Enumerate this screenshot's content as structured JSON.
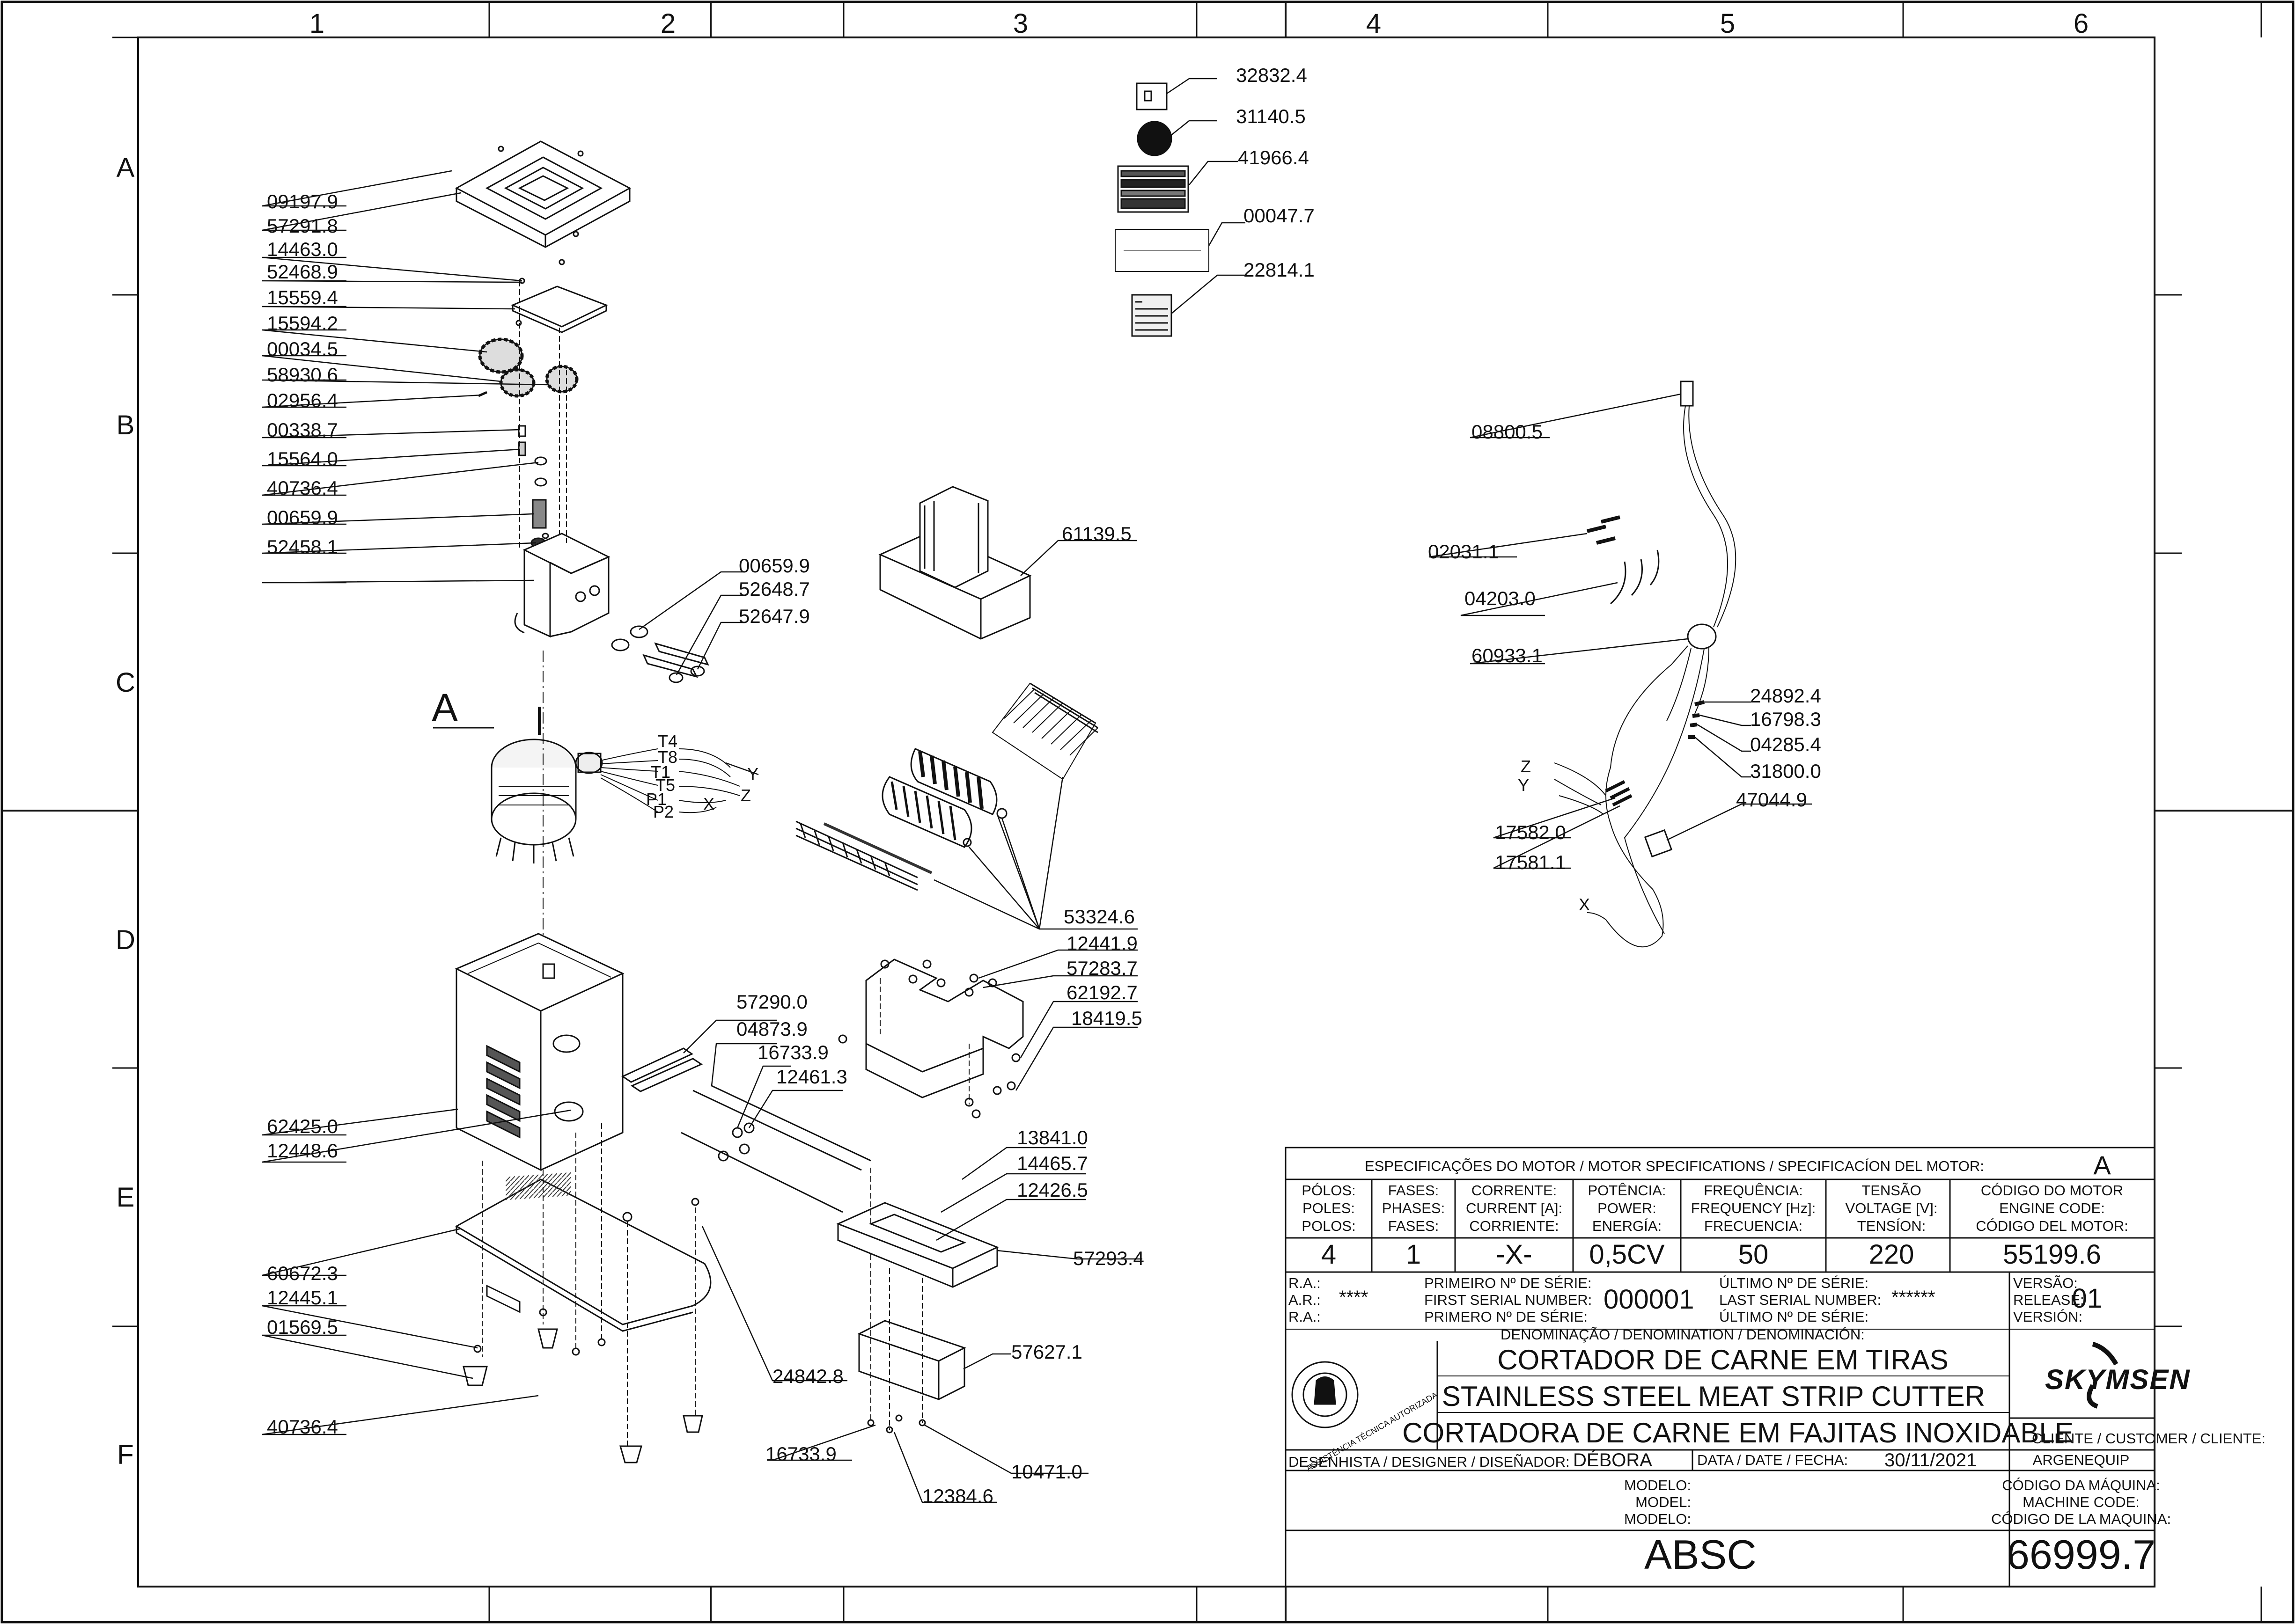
{
  "zones": {
    "columns": [
      "1",
      "2",
      "3",
      "4",
      "5",
      "6"
    ],
    "rows": [
      "A",
      "B",
      "C",
      "D",
      "E",
      "F"
    ]
  },
  "parts": [
    "32832.4",
    "31140.5",
    "41966.4",
    "00047.7",
    "22814.1",
    "09197.9",
    "57291.8",
    "14463.0",
    "52468.9",
    "15559.4",
    "15594.2",
    "00034.5",
    "58930.6",
    "02956.4",
    "00338.7",
    "15564.0",
    "40736.4",
    "00659.9",
    "52458.1",
    "00659.9",
    "52648.7",
    "52647.9",
    "61139.5",
    "08800.5",
    "02031.1",
    "04203.0",
    "60933.1",
    "24892.4",
    "16798.3",
    "04285.4",
    "31800.0",
    "17582.0",
    "17581.1",
    "47044.9",
    "53324.6",
    "12441.9",
    "57283.7",
    "62192.7",
    "18419.5",
    "57290.0",
    "04873.9",
    "16733.9",
    "12461.3",
    "62425.0",
    "12448.6",
    "13841.0",
    "14465.7",
    "12426.5",
    "57293.4",
    "60672.3",
    "12445.1",
    "01569.5",
    "24842.8",
    "57627.1",
    "40736.4",
    "16733.9",
    "10471.0",
    "12384.6"
  ],
  "motor_label": "A",
  "wires": {
    "t4": "T4",
    "t8": "T8",
    "t1": "T1",
    "t5": "T5",
    "p1": "P1",
    "p2": "P2",
    "x1": "X",
    "y1": "Y",
    "z1": "Z",
    "z2": "Z",
    "y2": "Y",
    "x2": "X"
  },
  "motor_spec": {
    "header": "ESPECIFICAÇÕES DO MOTOR / MOTOR SPECIFICATIONS / SPECIFICACÍON DEL MOTOR:",
    "motor_ref": "A",
    "columns": [
      {
        "l1": "PÓLOS:",
        "l2": "POLES:",
        "l3": "POLOS:",
        "value": "4"
      },
      {
        "l1": "FASES:",
        "l2": "PHASES:",
        "l3": "FASES:",
        "value": "1"
      },
      {
        "l1": "CORRENTE:",
        "l2": "CURRENT [A]:",
        "l3": "CORRIENTE:",
        "value": "-X-"
      },
      {
        "l1": "POTÊNCIA:",
        "l2": "POWER:",
        "l3": "ENERGÍA:",
        "value": "0,5CV"
      },
      {
        "l1": "FREQUÊNCIA:",
        "l2": "FREQUENCY [Hz]:",
        "l3": "FRECUENCIA:",
        "value": "50"
      },
      {
        "l1": "TENSÃO",
        "l2": "VOLTAGE [V]:",
        "l3": "TENSÍON:",
        "value": "220"
      },
      {
        "l1": "CÓDIGO DO MOTOR",
        "l2": "ENGINE CODE:",
        "l3": "CÓDIGO DEL MOTOR:",
        "value": "55199.6"
      }
    ]
  },
  "serial": {
    "ra1": "R.A.:",
    "ra2": "A.R.:",
    "ra3": "R.A.:",
    "ra_value": "****",
    "first1": "PRIMEIRO Nº DE SÉRIE:",
    "first2": "FIRST SERIAL NUMBER:",
    "first3": "PRIMERO Nº DE SÉRIE:",
    "first_value": "000001",
    "last1": "ÚLTIMO Nº DE SÉRIE:",
    "last2": "LAST SERIAL NUMBER:",
    "last3": "ÚLTIMO Nº DE SÉRIE:",
    "last_value": "******",
    "ver1": "VERSÃO:",
    "ver2": "RELEASE:",
    "ver3": "VERSIÓN:",
    "ver_value": "01"
  },
  "denomination": {
    "label": "DENOMINAÇÃO / DENOMINATION / DENOMINACIÓN:",
    "pt": "CORTADOR DE CARNE EM TIRAS",
    "en": "STAINLESS STEEL MEAT STRIP CUTTER",
    "es": "CORTADORA DE CARNE EM FAJITAS INOXIDABLE"
  },
  "seal": {
    "top": "ASSISTÊNCIA TÉCNICA AUTORIZADA"
  },
  "brand": "SKYMSEN",
  "client": {
    "label": "CLIENTE / CUSTOMER / CLIENTE:",
    "value": "ARGENEQUIP"
  },
  "designer": {
    "label": "DESENHISTA / DESIGNER / DISEÑADOR:",
    "value": "DÉBORA"
  },
  "date": {
    "label": "DATA / DATE / FECHA:",
    "value": "30/11/2021"
  },
  "model": {
    "l1": "MODELO:",
    "l2": "MODEL:",
    "l3": "MODELO:",
    "value": "ABSC"
  },
  "machine_code": {
    "l1": "CÓDIGO DA MÁQUINA:",
    "l2": "MACHINE CODE:",
    "l3": "CÓDIGO DE LA MAQUINA:",
    "value": "66999.7"
  },
  "colors": {
    "ink": "#111111",
    "paper": "#ffffff",
    "part": "#e6e6e6"
  }
}
